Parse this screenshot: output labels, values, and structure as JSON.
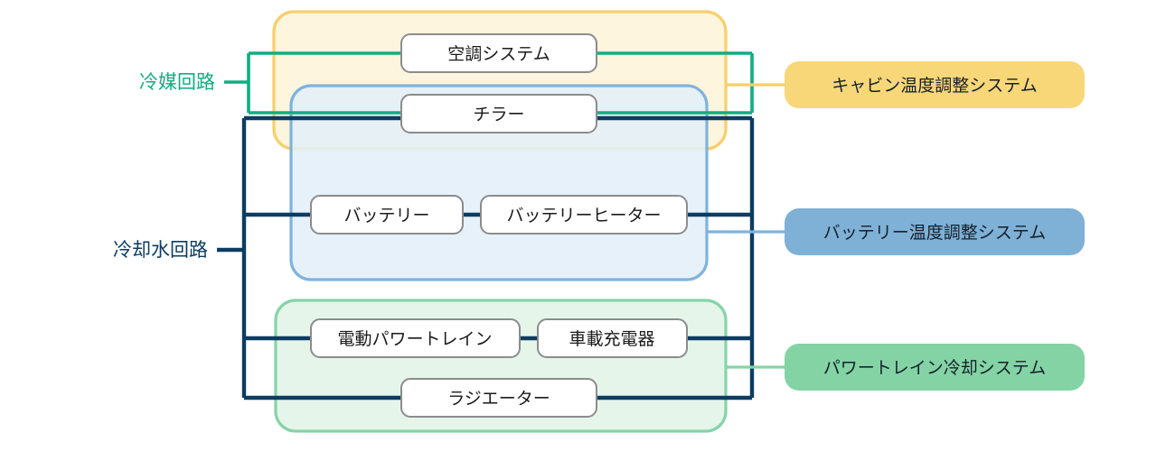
{
  "diagram": {
    "title": "EV thermal management system block diagram",
    "background": "#ffffff",
    "palette": {
      "refrigerant_line": "#0fae82",
      "coolant_line": "#0d3c61",
      "cabin_group_border": "#f7cf6b",
      "cabin_group_fill": "#fdf5dd",
      "battery_group_border": "#7fb3dd",
      "battery_group_fill": "#e2eff9",
      "powertrain_group_border": "#86d4a8",
      "powertrain_group_fill": "#e5f5ea",
      "cabin_pill_fill": "#f8d779",
      "battery_pill_fill": "#7fb0d6",
      "powertrain_pill_fill": "#84d3a5",
      "node_border": "#8c8c8c",
      "node_fill": "#ffffff",
      "node_text": "#1a1a1a"
    },
    "circuits": [
      {
        "id": "refrigerant",
        "label": "冷媒回路",
        "color": "#0fae82"
      },
      {
        "id": "coolant",
        "label": "冷却水回路",
        "color": "#0d3c61"
      }
    ],
    "nodes": [
      {
        "id": "hvac",
        "label": "空調システム"
      },
      {
        "id": "chiller",
        "label": "チラー"
      },
      {
        "id": "battery",
        "label": "バッテリー"
      },
      {
        "id": "battery-heater",
        "label": "バッテリーヒーター"
      },
      {
        "id": "e-powertrain",
        "label": "電動パワートレイン"
      },
      {
        "id": "onboard-charger",
        "label": "車載充電器"
      },
      {
        "id": "radiator",
        "label": "ラジエーター"
      }
    ],
    "groups": [
      {
        "id": "cabin",
        "pill_label": "キャビン温度調整システム"
      },
      {
        "id": "battery",
        "pill_label": "バッテリー温度調整システム"
      },
      {
        "id": "powertrain",
        "pill_label": "パワートレイン冷却システム"
      }
    ]
  }
}
